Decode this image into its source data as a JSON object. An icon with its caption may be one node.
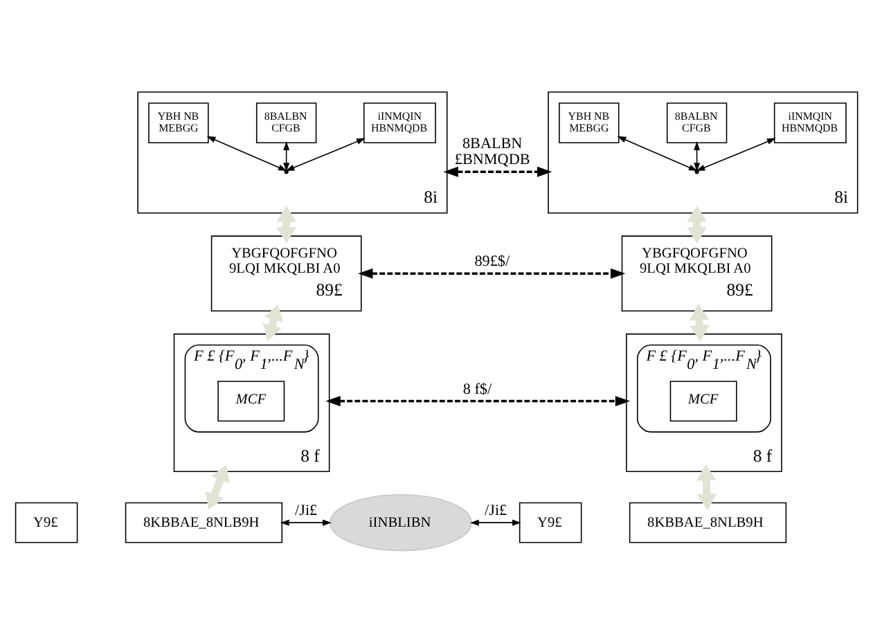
{
  "diagram": {
    "nodes": [
      {
        "text": [
          "8i"
        ]
      },
      {
        "text": [
          "YBH NB MEBGG"
        ],
        "in": 0
      },
      {
        "text": [
          "8BALBN CFGB"
        ],
        "in": 0
      },
      {
        "text": [
          "iINMQIN HBNMQDB"
        ],
        "in": 0
      },
      {
        "text": [],
        "shape": "point",
        "in": 0
      },
      {
        "text": [
          "8i"
        ]
      },
      {
        "text": [
          "YBH NB MEBGG"
        ],
        "in": 5
      },
      {
        "text": [
          "8BALBN CFGB"
        ],
        "in": 5
      },
      {
        "text": [
          "iINMQIN HBNMQDB"
        ],
        "in": 5
      },
      {
        "text": [],
        "shape": "point",
        "in": 5
      },
      {
        "text": [
          "YBGFQOFGFNO 9LQI MKQLBI A0",
          "89£"
        ]
      },
      {
        "text": [
          "YBGFQOFGFNO 9LQI MKQLBI A0",
          "89£"
        ]
      },
      {
        "text": [
          "8 f"
        ]
      },
      {
        "text": [
          "F £ {F$_{0}$, F$_{1}$,...F$_{N}$}"
        ],
        "in": 12
      },
      {
        "text": [
          "MCF"
        ],
        "in": 13
      },
      {
        "text": [
          "8 f"
        ]
      },
      {
        "text": [
          "F £ {F$_{0}$, F$_{1}$,...F$_{N}$}"
        ],
        "in": 15
      },
      {
        "text": [
          "MCF"
        ],
        "in": 16
      },
      {
        "text": [
          "Y9£"
        ]
      },
      {
        "text": [
          "8KBBAE_8NLB9H"
        ]
      },
      {
        "text": [
          "iINBLIBN"
        ]
      },
      {
        "text": [
          "Y9£"
        ]
      },
      {
        "text": [
          "8KBBAE_8NLB9H"
        ]
      }
    ],
    "edges": [
      {
        "from": 4,
        "to": 1,
        "arrow": "both"
      },
      {
        "from": 4,
        "to": 2,
        "arrow": "both"
      },
      {
        "from": 4,
        "to": 3,
        "arrow": "both"
      },
      {
        "from": 9,
        "to": 6,
        "arrow": "both"
      },
      {
        "from": 9,
        "to": 7,
        "arrow": "both"
      },
      {
        "from": 9,
        "to": 8,
        "arrow": "both"
      },
      {
        "from": 0,
        "to": 5,
        "arrow": "both",
        "style": "dashed",
        "label": "8BALBN £BNMQDB"
      },
      {
        "from": 0,
        "to": 10,
        "arrow": "both",
        "style": "thick",
        "color": "#e1e3d5"
      },
      {
        "from": 5,
        "to": 11,
        "arrow": "both",
        "style": "thick",
        "color": "#e1e3d5"
      },
      {
        "from": 10,
        "to": 11,
        "arrow": "both",
        "style": "dashed",
        "label": "89£$/"
      },
      {
        "from": 10,
        "to": 12,
        "arrow": "both",
        "style": "thick",
        "color": "#e1e3d5"
      },
      {
        "from": 11,
        "to": 15,
        "arrow": "both",
        "style": "thick",
        "color": "#e1e3d5"
      },
      {
        "from": 12,
        "to": 15,
        "arrow": "both",
        "style": "dashed",
        "label": "8 f$/"
      },
      {
        "from": 12,
        "to": 19,
        "arrow": "both",
        "style": "thick",
        "color": "#e1e3d5"
      },
      {
        "from": 15,
        "to": 22,
        "arrow": "both",
        "style": "thick",
        "color": "#e1e3d5"
      },
      {
        "from": 19,
        "to": 20,
        "arrow": "both",
        "label": "/Ji£"
      },
      {
        "from": 20,
        "to": 21,
        "arrow": "both",
        "label": "/Ji£"
      }
    ]
  }
}
